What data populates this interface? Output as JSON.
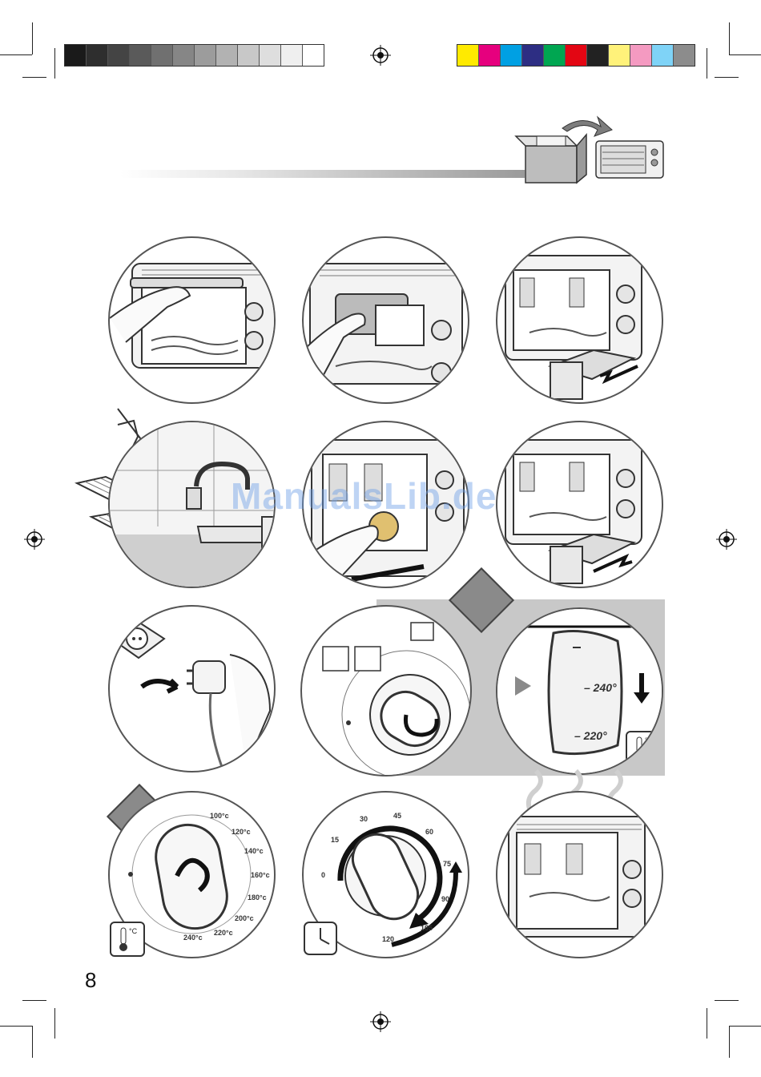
{
  "page": {
    "number": "8",
    "watermark": "ManualsLib.de"
  },
  "color_bars": {
    "grayscale": [
      "#1a1a1a",
      "#2e2e2e",
      "#444444",
      "#5a5a5a",
      "#707070",
      "#868686",
      "#9c9c9c",
      "#b2b2b2",
      "#c8c8c8",
      "#dedede",
      "#efefef",
      "#ffffff"
    ],
    "process": [
      "#ffea00",
      "#e6007e",
      "#00a0e3",
      "#2d2e83",
      "#00a651",
      "#e30613",
      "#222222",
      "#fff27a",
      "#f49ac1",
      "#7fd3f7",
      "#8c8c8c"
    ]
  },
  "step_temperature": {
    "label_240": "– 240°",
    "label_220": "– 220°",
    "unit_icon": "°C"
  },
  "dial_temperature": {
    "ticks": [
      "100°c",
      "120°c",
      "140°c",
      "160°c",
      "180°c",
      "200°c",
      "220°c",
      "240°c"
    ],
    "unit_icon": "°C"
  },
  "dial_timer": {
    "ticks": [
      "0",
      "15",
      "30",
      "45",
      "60",
      "75",
      "90",
      "105",
      "120"
    ]
  },
  "icons": [
    "oven-icon",
    "box-icon",
    "arrow-icon",
    "thermometer-icon",
    "clock-icon",
    "plug-icon",
    "socket-icon",
    "steam-icon"
  ]
}
